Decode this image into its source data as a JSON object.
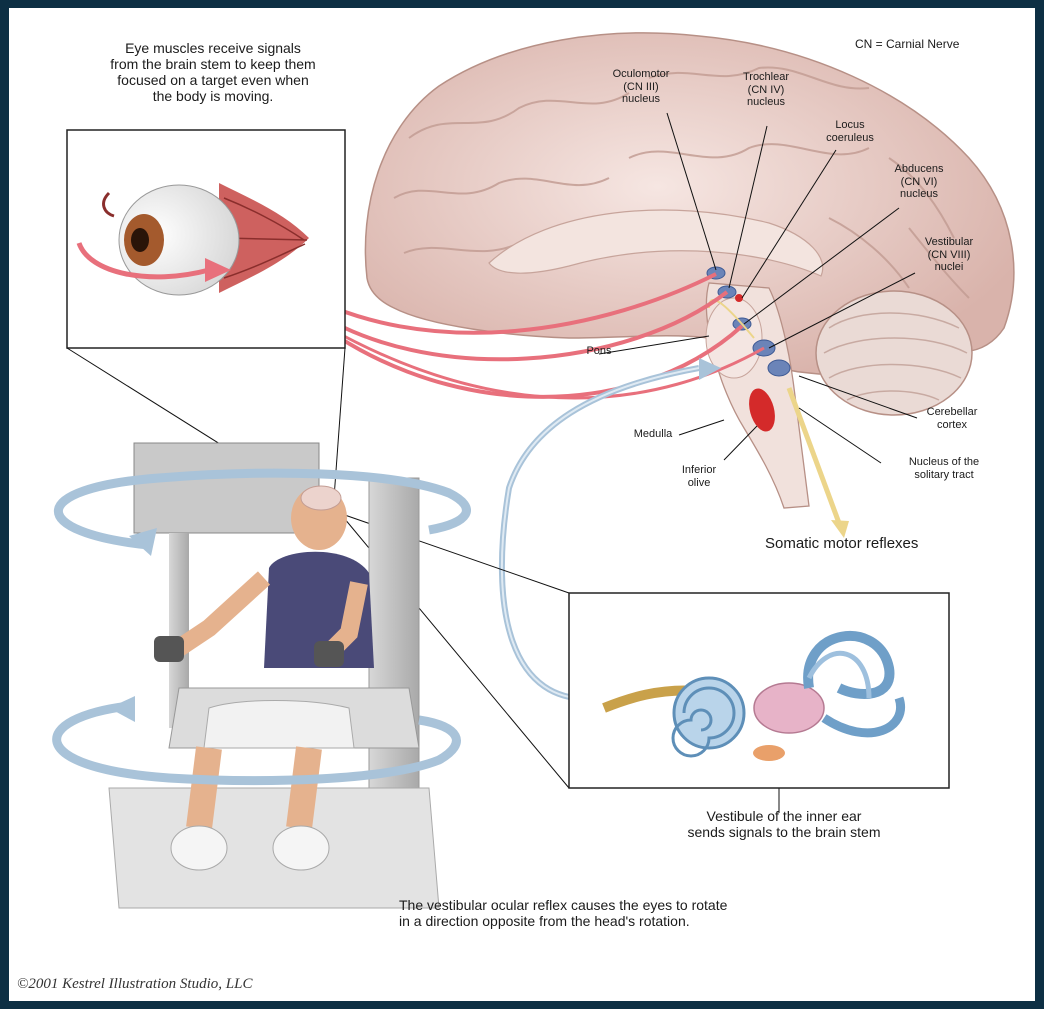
{
  "legend": {
    "cn_note": "CN = Carnial Nerve"
  },
  "captions": {
    "eye_muscles": "Eye muscles receive signals\nfrom the brain stem to keep them\nfocused on a target even when\nthe body is moving.",
    "vestibule": "Vestibule of the inner ear\nsends signals to the brain stem",
    "reflex": "The vestibular ocular reflex causes the eyes to rotate\nin a direction opposite from the head's rotation.",
    "somatic": "Somatic motor reflexes"
  },
  "labels": {
    "oculomotor": "Oculomotor\n(CN III)\nnucleus",
    "trochlear": "Trochlear\n(CN IV)\nnucleus",
    "locus": "Locus\ncoeruleus",
    "abducens": "Abducens\n(CN VI)\nnucleus",
    "vestibular": "Vestibular\n(CN VIII)\nnuclei",
    "pons": "Pons",
    "medulla": "Medulla",
    "inferior_olive": "Inferior\nolive",
    "cerebellar": "Cerebellar\ncortex",
    "solitary": "Nucleus of the\nsolitary tract"
  },
  "credit": "©2001 Kestrel Illustration Studio, LLC",
  "colors": {
    "frame_border": "#0d2f44",
    "motor_pathway": "#e8707c",
    "sensory_pathway": "#a9c3d9",
    "brain": "#ecd3cd",
    "nucleus": "#6b84b8",
    "olive": "#d42a2a",
    "somatic_arrow": "#ecd58a"
  }
}
